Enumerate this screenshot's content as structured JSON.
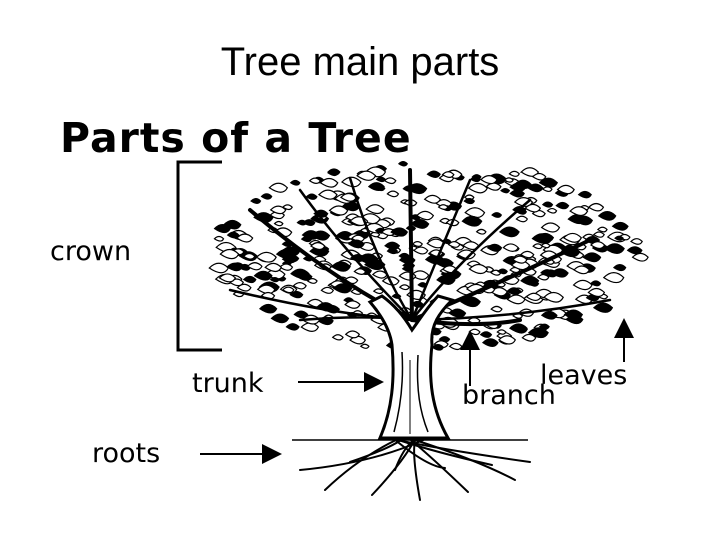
{
  "slide": {
    "title": "Tree main parts"
  },
  "diagram": {
    "heading": "Parts of a Tree",
    "labels": {
      "crown": "crown",
      "trunk": "trunk",
      "roots": "roots",
      "branch": "branch",
      "leaves": "leaves"
    }
  }
}
